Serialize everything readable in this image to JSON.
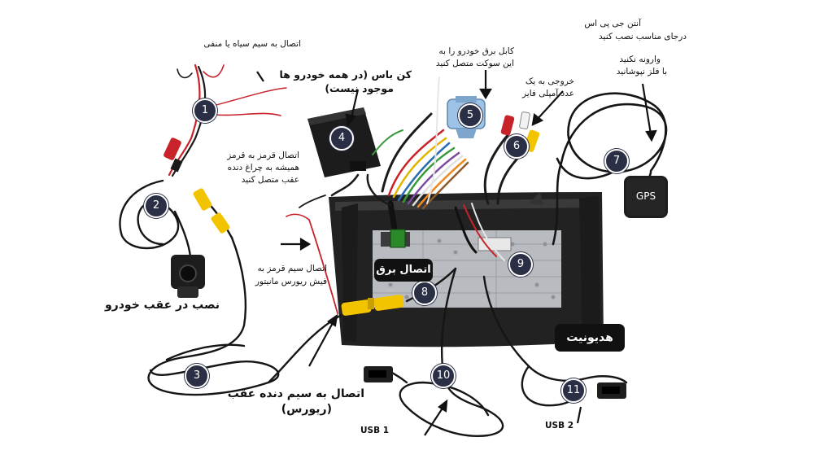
{
  "colors": {
    "wire_black": "#1a1a1a",
    "wire_red": "#c8222a",
    "rca_yellow": "#f2c400",
    "canbus_box": "#1c1c1c",
    "plug_blue": "#9fc3e6",
    "unit_gray": "#b8bbc0",
    "frame_black": "#222222",
    "marker_fill": "#2b2f45"
  },
  "markers": [
    "1",
    "2",
    "3",
    "4",
    "5",
    "6",
    "7",
    "8",
    "9",
    "10",
    "11"
  ],
  "labels": {
    "black_wire": "اتصال به سیم سیاه یا منفی",
    "canbus_title_line1": "کن باس (در همه خودرو ها",
    "canbus_title_line2": "موجود نیست)",
    "power_cable_line1": "کابل برق خودرو را به",
    "power_cable_line2": "این سوکت متصل کنید",
    "gps_antenna_line1": "آنتن جی پی اس",
    "gps_antenna_line2": "درجای مناسب نصب کنید",
    "gps_flip_line1": "وارونه نکنید",
    "gps_flip_line2": "با فلز نپوشانید",
    "amp_line1": "خروجی به یک",
    "amp_line2": "عدد آمپلی فایر",
    "brake_light_line1": "اتصال قرمز به قرمز",
    "brake_light_line2": "همیشه به چراغ دنده",
    "brake_light_line3": "عقب متصل کنید",
    "reverse_plug_line1": "اتصال سیم قرمز به",
    "reverse_plug_line2": "فیش ریورس مانیتور",
    "rear_install": "نصب در عقب خودرو",
    "reverse_gear_line1": "اتصال به سیم دنده عقب",
    "reverse_gear_line2": "(ریورس)",
    "power_connection": "اتصال برق",
    "head_unit": "هدیونیت",
    "gps_module": "GPS",
    "usb1": "USB 1",
    "usb2": "USB 2"
  }
}
